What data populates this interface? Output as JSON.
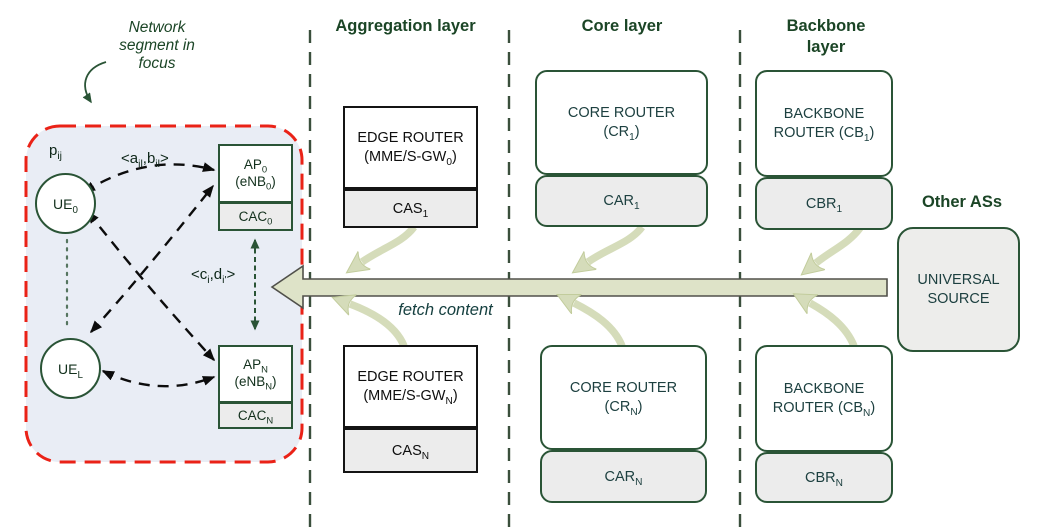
{
  "colors": {
    "accent_green": "#2a5436",
    "heading_green": "#1b4526",
    "focus_border_red": "#ea2217",
    "focus_fill": "#e9edf5",
    "sage_arrow": "#d5dcba",
    "fetch_arrow_fill": "#dee3c8",
    "section_gray": "#ececec"
  },
  "focus": {
    "caption": "Network segment in focus",
    "p_label": "p~ij~",
    "ab_label": "<a~il~,b~il~>",
    "cd_label": "<c~i~,d~i'~>",
    "ue_top_label": "UE~0~",
    "ue_bottom_label": "UE~L~",
    "ap_top": {
      "line1": "AP~0~",
      "line2": "(eNB~0~)",
      "cache_label": "CAC~0~"
    },
    "ap_bottom": {
      "line1": "AP~N~",
      "line2": "(eNB~N~)",
      "cache_label": "CAC~N~"
    }
  },
  "layers": {
    "aggregation": {
      "title": "Aggregation layer",
      "top_node": {
        "line1": "EDGE ROUTER",
        "line2": "(MME/S-GW~0~)",
        "cache_label": "CAS~1~"
      },
      "bottom_node": {
        "line1": "EDGE ROUTER",
        "line2": "(MME/S-GW~N~)",
        "cache_label": "CAS~N~"
      }
    },
    "core": {
      "title": "Core layer",
      "top_node": {
        "line1": "CORE ROUTER",
        "line2": "(CR~1~)",
        "cache_label": "CAR~1~"
      },
      "bottom_node": {
        "line1": "CORE ROUTER",
        "line2": "(CR~N~)",
        "cache_label": "CAR~N~"
      }
    },
    "backbone": {
      "title": "Backbone layer",
      "top_node": {
        "line1": "BACKBONE",
        "line2": "ROUTER (CB~1~)",
        "cache_label": "CBR~1~"
      },
      "bottom_node": {
        "line1": "BACKBONE",
        "line2": "ROUTER (CB~N~)",
        "cache_label": "CBR~N~"
      }
    },
    "other_as": {
      "title": "Other ASs",
      "source": {
        "line1": "UNIVERSAL",
        "line2": "SOURCE"
      }
    }
  },
  "fetch_label": "fetch content"
}
